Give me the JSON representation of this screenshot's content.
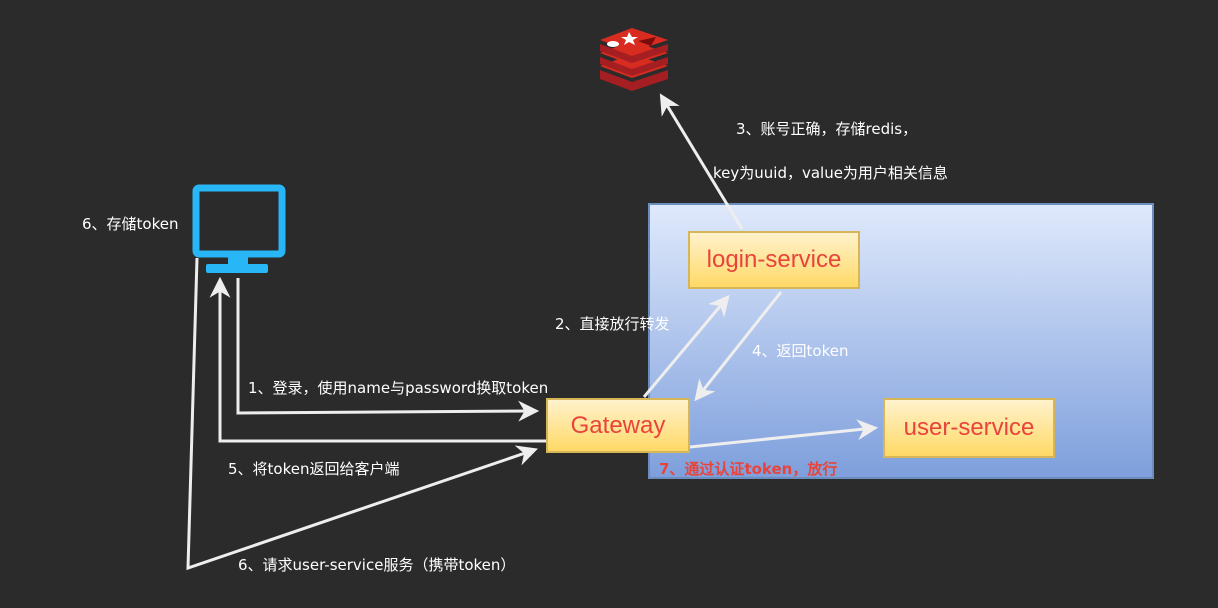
{
  "nodes": {
    "login_service": "login-service",
    "gateway": "Gateway",
    "user_service": "user-service"
  },
  "labels": {
    "step1": "1、登录，使用name与password换取token",
    "step2": "2、直接放行转发",
    "step3_line1": "3、账号正确，存储redis，",
    "step3_line2": "key为uuid，value为用户相关信息",
    "step4": "4、返回token",
    "step5": "5、将token返回给客户端",
    "step6_store": "6、存储token",
    "step6_request": "6、请求user-service服务（携带token）",
    "step7": "7、通过认证token，放行"
  },
  "icons": {
    "client": "monitor-icon",
    "cache": "redis-icon"
  },
  "colors": {
    "background": "#2b2b2b",
    "cluster_fill_top": "#dfe9fc",
    "cluster_fill_bottom": "#7e9fdc",
    "cluster_border": "#6c8ebf",
    "service_fill": "#ffe599",
    "service_border": "#d6b656",
    "service_text": "#e8443b",
    "monitor": "#29b6f6",
    "redis": "#c9302c",
    "arrow": "#eeeeee"
  }
}
